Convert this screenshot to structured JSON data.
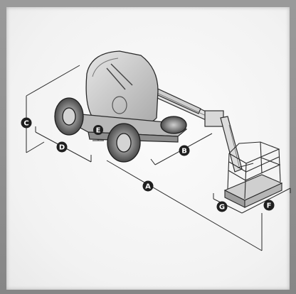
{
  "diagram": {
    "dimension_labels": [
      {
        "id": "A",
        "text": "A"
      },
      {
        "id": "B",
        "text": "B"
      },
      {
        "id": "C",
        "text": "C"
      },
      {
        "id": "D",
        "text": "D"
      },
      {
        "id": "E",
        "text": "E"
      },
      {
        "id": "F",
        "text": "F"
      },
      {
        "id": "G",
        "text": "G"
      }
    ]
  },
  "colors": {
    "frame": "#8f8f8f",
    "paper": "#f4f4f4",
    "label_fill": "#1f1f1f",
    "line": "#2a2a2a",
    "machine_shade": "#bdbdbd"
  }
}
